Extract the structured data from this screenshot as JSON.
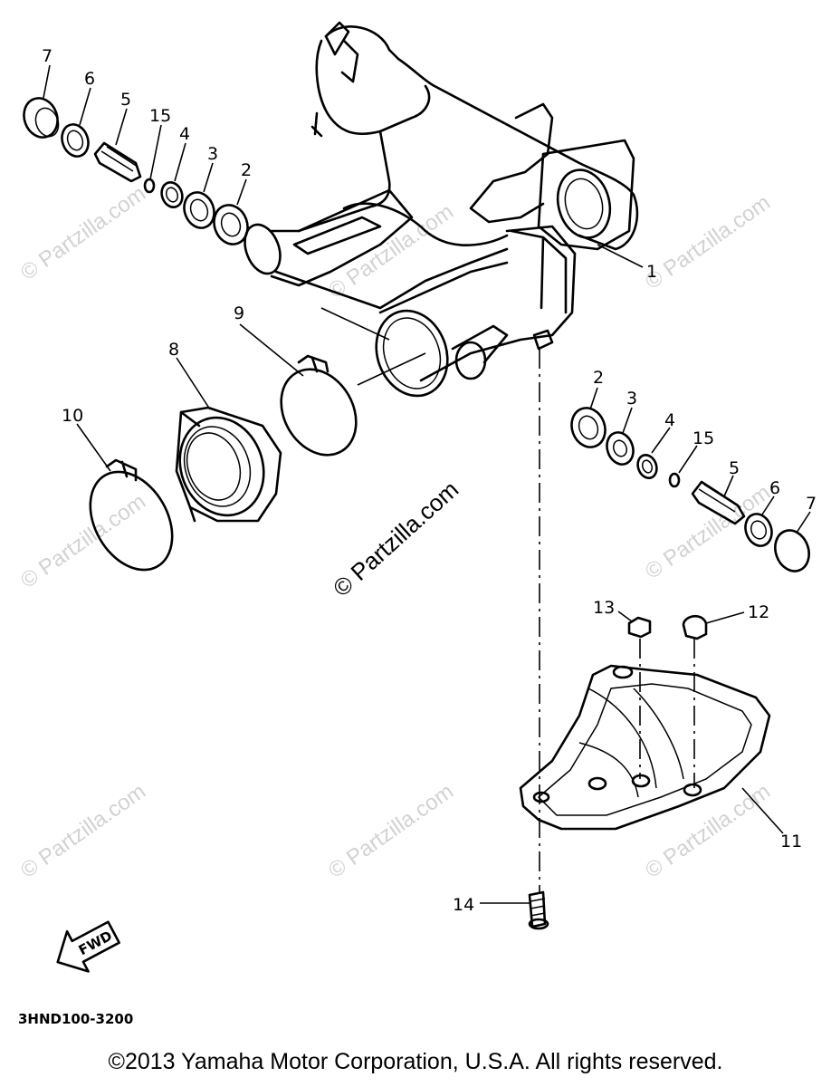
{
  "callouts": {
    "c1": "1",
    "c2a": "2",
    "c2b": "2",
    "c3a": "3",
    "c3b": "3",
    "c4a": "4",
    "c4b": "4",
    "c5a": "5",
    "c5b": "5",
    "c6a": "6",
    "c6b": "6",
    "c7a": "7",
    "c7b": "7",
    "c8": "8",
    "c9": "9",
    "c10": "10",
    "c11": "11",
    "c12": "12",
    "c13": "13",
    "c14": "14",
    "c15a": "15",
    "c15b": "15"
  },
  "fwd_label": "FWD",
  "diagram_code": "3HND100-3200",
  "watermark": "© Partzilla.com",
  "copyright": "©2013 Yamaha Motor Corporation, U.S.A. All rights reserved."
}
